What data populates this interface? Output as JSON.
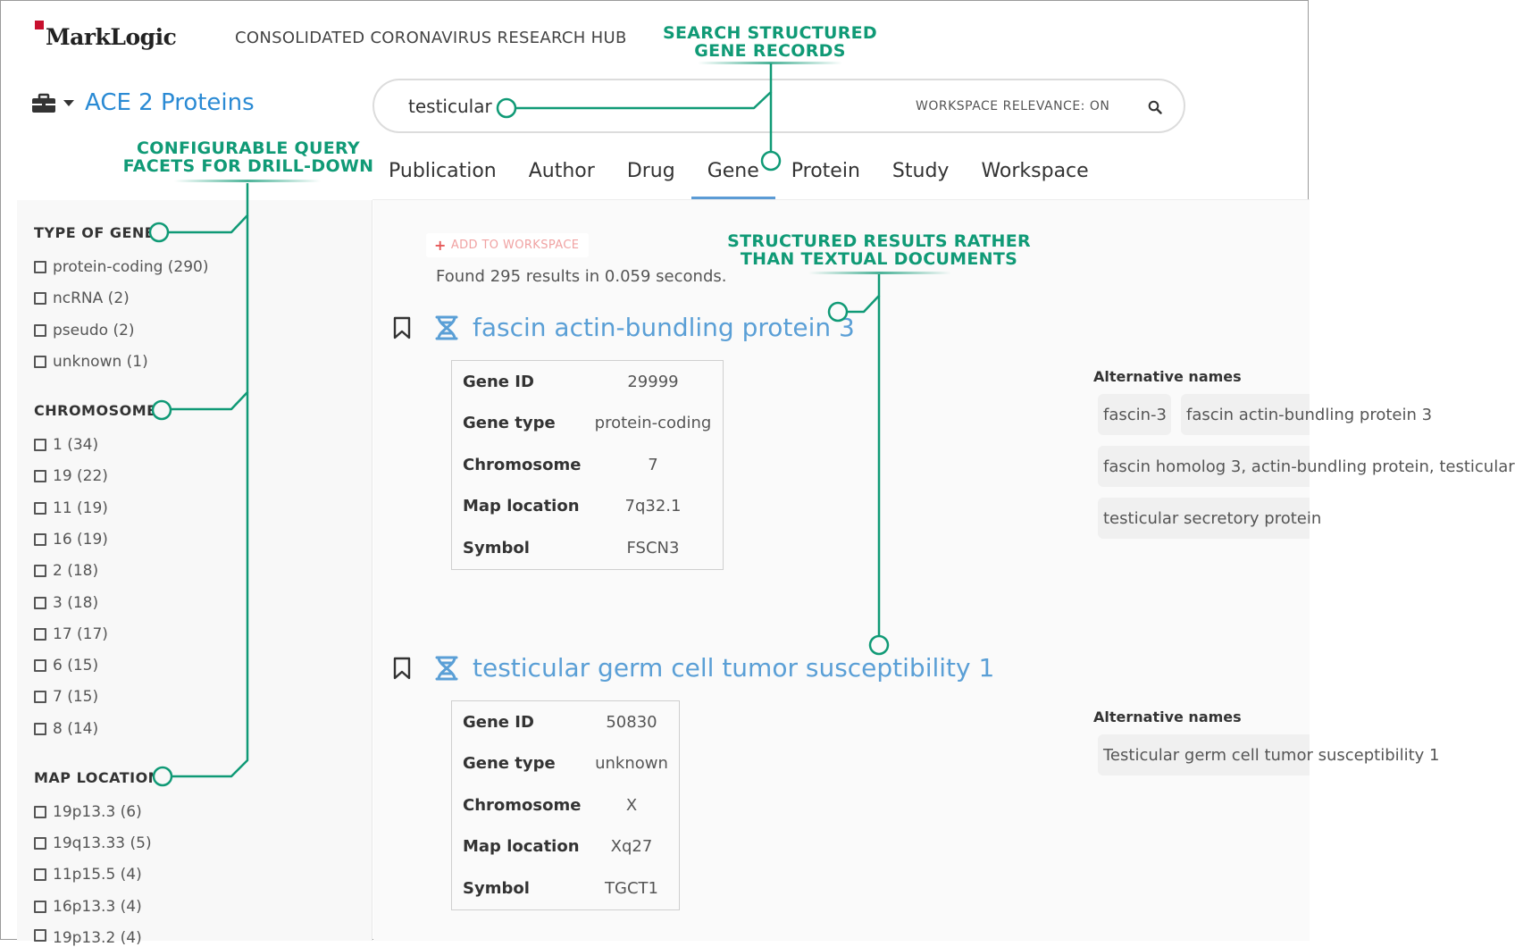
{
  "header": {
    "logo_text": "MarkLogic",
    "logo_mark": "·",
    "hub_title": "CONSOLIDATED CORONAVIRUS RESEARCH HUB"
  },
  "workspace": {
    "name": "ACE 2 Proteins",
    "icon": "briefcase-icon"
  },
  "search": {
    "value": "testicular",
    "relevance_label": "WORKSPACE RELEVANCE: ON",
    "icon": "search-icon"
  },
  "tabs": [
    {
      "label": "Publication",
      "active": false
    },
    {
      "label": "Author",
      "active": false
    },
    {
      "label": "Drug",
      "active": false
    },
    {
      "label": "Gene",
      "active": true
    },
    {
      "label": "Protein",
      "active": false
    },
    {
      "label": "Study",
      "active": false
    },
    {
      "label": "Workspace",
      "active": false
    }
  ],
  "facets": {
    "type_of_gene": {
      "heading": "TYPE OF GENE",
      "items": [
        "protein-coding (290)",
        "ncRNA (2)",
        "pseudo (2)",
        "unknown (1)"
      ]
    },
    "chromosome": {
      "heading": "CHROMOSOME",
      "items": [
        "1 (34)",
        "19 (22)",
        "11 (19)",
        "16 (19)",
        "2 (18)",
        "3 (18)",
        "17 (17)",
        "6 (15)",
        "7 (15)",
        "8 (14)"
      ]
    },
    "map_location": {
      "heading": "MAP LOCATION",
      "items": [
        "19p13.3 (6)",
        "19q13.33 (5)",
        "11p15.5 (4)",
        "16p13.3 (4)",
        "19p13.2 (4)"
      ]
    }
  },
  "results": {
    "add_to_workspace": "ADD TO WORKSPACE",
    "found_text": "Found 295 results in 0.059 seconds.",
    "alt_names_heading": "Alternative names",
    "items": [
      {
        "title": "fascin actin-bundling protein 3",
        "fields": [
          {
            "key": "Gene ID",
            "value": "29999"
          },
          {
            "key": "Gene type",
            "value": "protein-coding"
          },
          {
            "key": "Chromosome",
            "value": "7"
          },
          {
            "key": "Map location",
            "value": "7q32.1"
          },
          {
            "key": "Symbol",
            "value": "FSCN3"
          }
        ],
        "alt_names": [
          "fascin-3",
          "fascin actin-bundling protein 3",
          "fascin homolog 3, actin-bundling protein, testicular",
          "testicular secretory protein"
        ]
      },
      {
        "title": "testicular germ cell tumor susceptibility 1",
        "fields": [
          {
            "key": "Gene ID",
            "value": "50830"
          },
          {
            "key": "Gene type",
            "value": "unknown"
          },
          {
            "key": "Chromosome",
            "value": "X"
          },
          {
            "key": "Map location",
            "value": "Xq27"
          },
          {
            "key": "Symbol",
            "value": "TGCT1"
          }
        ],
        "alt_names": [
          "Testicular germ cell tumor susceptibility 1"
        ]
      }
    ]
  },
  "annotations": {
    "search": [
      "SEARCH STRUCTURED",
      "GENE RECORDS"
    ],
    "facets": [
      "CONFIGURABLE QUERY",
      "FACETS FOR DRILL-DOWN"
    ],
    "results": [
      "STRUCTURED RESULTS RATHER",
      "THAN TEXTUAL DOCUMENTS"
    ],
    "color": "#109a76"
  },
  "colors": {
    "accent_blue": "#2a8ad4",
    "title_blue": "#5a9fd6",
    "brand_red": "#c8102e",
    "tab_underline": "#5b9bd5"
  }
}
